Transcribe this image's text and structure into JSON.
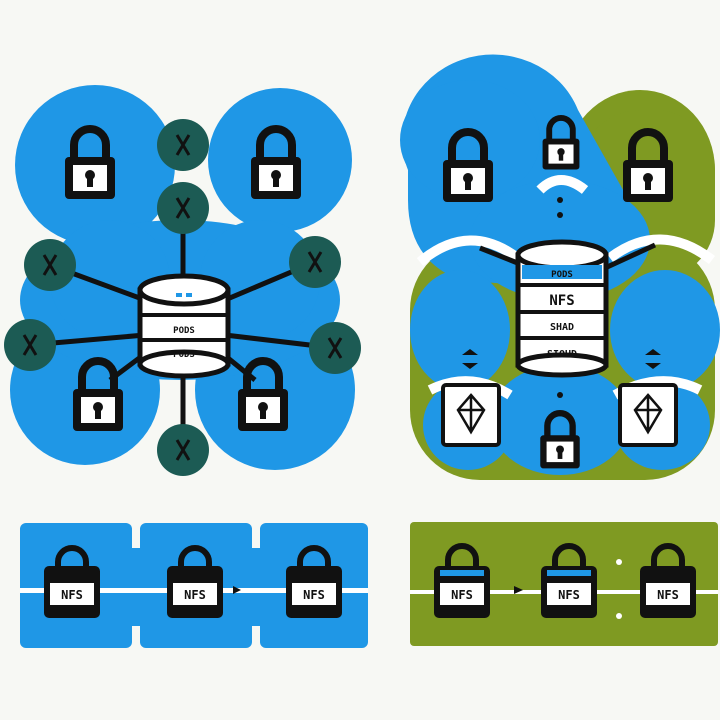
{
  "colors": {
    "background": "#f7f8f4",
    "blue": "#1f97e6",
    "olive": "#7f9a22",
    "teal": "#1c5b54",
    "white": "#ffffff",
    "ink": "#111111"
  },
  "left_panel": {
    "database_labels": [
      "PODS",
      "PODS"
    ]
  },
  "right_panel": {
    "database_labels": [
      "PODS",
      "NFS",
      "SHAD",
      "SIOUD"
    ]
  },
  "bottom_left_strip": {
    "lock_labels": [
      "NFS",
      "NFS",
      "NFS"
    ]
  },
  "bottom_right_strip": {
    "lock_labels": [
      "NFS",
      "NFS",
      "NFS"
    ]
  }
}
